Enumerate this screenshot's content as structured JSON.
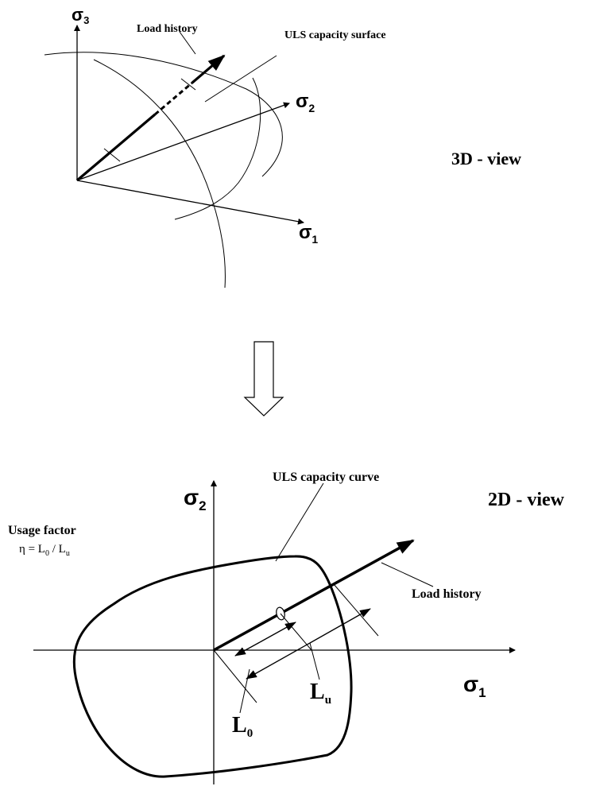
{
  "top_diagram": {
    "axis_sigma3": "σ",
    "axis_sigma3_sub": "3",
    "axis_sigma2": "σ",
    "axis_sigma2_sub": "2",
    "axis_sigma1": "σ",
    "axis_sigma1_sub": "1",
    "label_load_history": "Load history",
    "label_capacity_surface": "ULS capacity surface",
    "view_label": "3D - view"
  },
  "bottom_diagram": {
    "axis_sigma2": "σ",
    "axis_sigma2_sub": "2",
    "axis_sigma1": "σ",
    "axis_sigma1_sub": "1",
    "label_capacity_curve": "ULS capacity curve",
    "label_load_history": "Load history",
    "view_label": "2D - view",
    "usage_factor_title": "Usage factor",
    "usage_eta": "η = L",
    "usage_sub0": "0",
    "usage_slash": " / L",
    "usage_subu": "u",
    "L0_main": "L",
    "L0_sub": "0",
    "Lu_main": "L",
    "Lu_sub": "u"
  }
}
